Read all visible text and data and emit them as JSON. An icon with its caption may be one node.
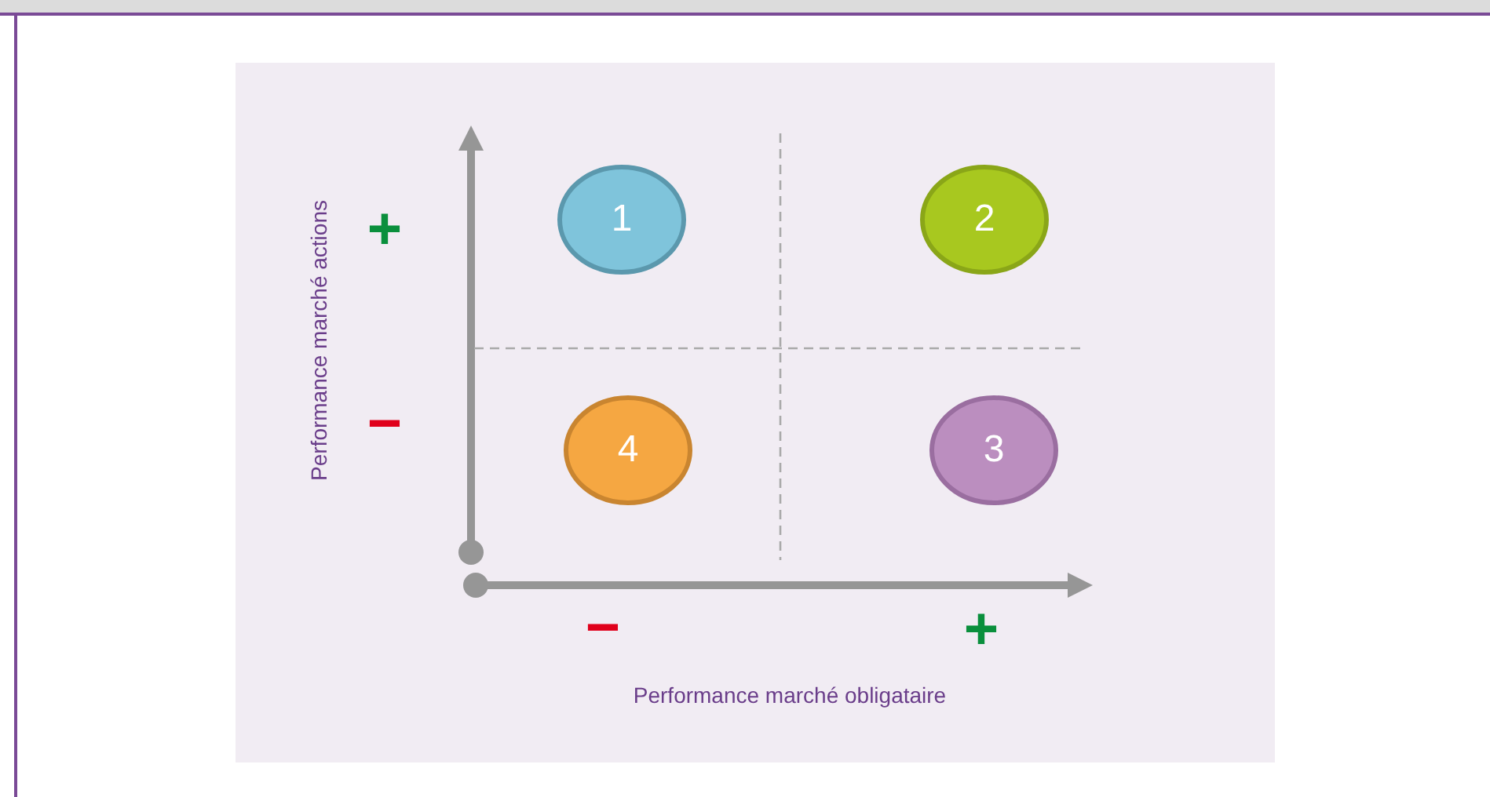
{
  "diagram": {
    "nodes": [
      {
        "text": [
          "1"
        ]
      },
      {
        "text": [
          "2"
        ]
      },
      {
        "text": [
          "4"
        ]
      },
      {
        "text": [
          "3"
        ]
      }
    ],
    "labels": [
      "Performance marché actions",
      "+",
      "−",
      "−",
      "+",
      "Performance marché obligataire"
    ]
  }
}
